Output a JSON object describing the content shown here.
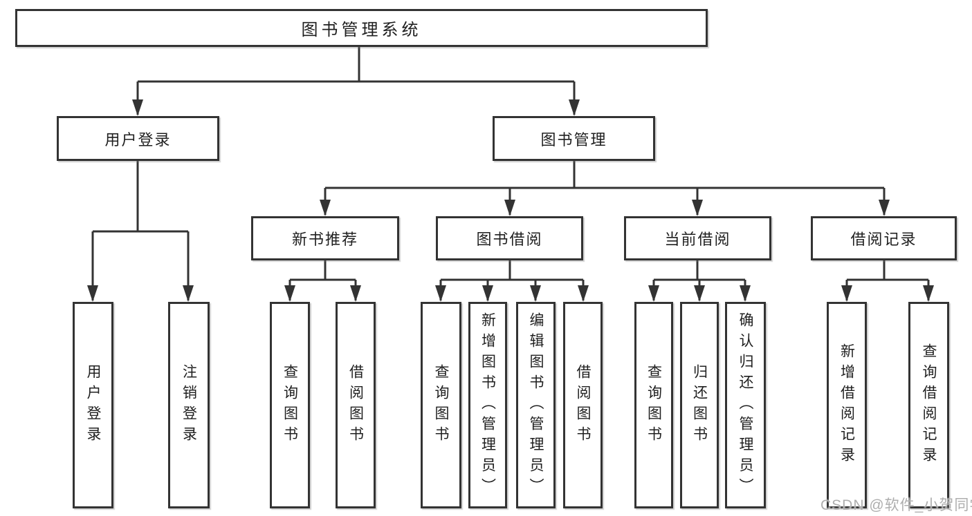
{
  "diagram": {
    "root": {
      "label": "图书管理系统"
    },
    "branches": [
      {
        "label": "用户登录",
        "children": [
          "用户登录",
          "注销登录"
        ]
      },
      {
        "label": "图书管理",
        "children": [
          {
            "label": "新书推荐",
            "children": [
              "查询图书",
              "借阅图书"
            ]
          },
          {
            "label": "图书借阅",
            "children": [
              "查询图书",
              "新增图书（管理员）",
              "编辑图书（管理员）",
              "借阅图书"
            ]
          },
          {
            "label": "当前借阅",
            "children": [
              "查询图书",
              "归还图书",
              "确认归还（管理员）"
            ]
          },
          {
            "label": "借阅记录",
            "children": [
              "新增借阅记录",
              "查询借阅记录"
            ]
          }
        ]
      }
    ],
    "watermark": "CSDN @软件_小贺同学",
    "colors": {
      "line": "#333333",
      "box_fill": "#ffffff",
      "text": "#1f1f1f",
      "watermark": "#aeaeae"
    }
  }
}
